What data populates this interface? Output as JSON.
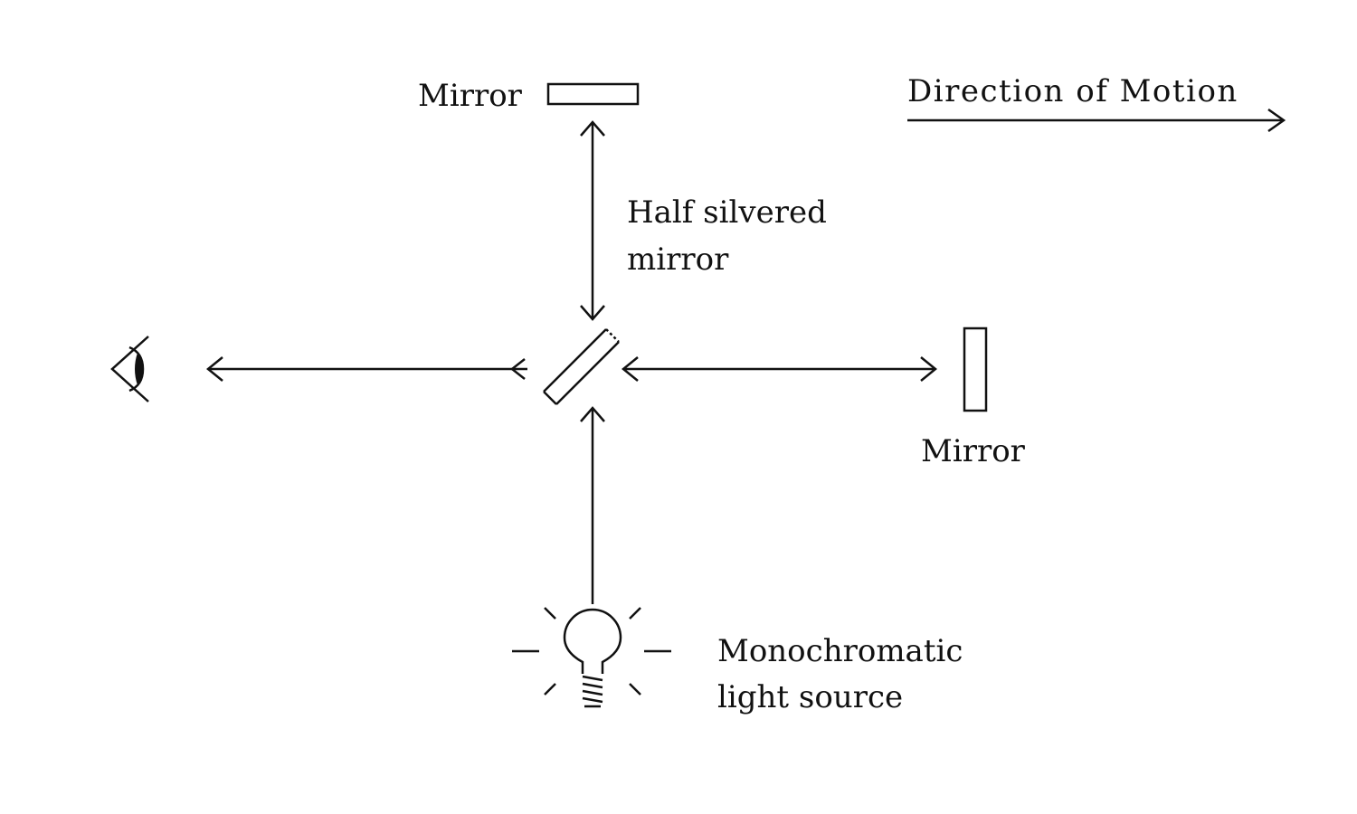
{
  "labels": {
    "top_mirror": "Mirror",
    "right_mirror": "Mirror",
    "half_silvered_line1": "Half silvered",
    "half_silvered_line2": "mirror",
    "light_source_line1": "Monochromatic",
    "light_source_line2": "light source",
    "direction": "Direction of Motion"
  },
  "icons": {
    "eye": "eye-icon",
    "bulb": "light-bulb-icon"
  },
  "colors": {
    "ink": "#111111",
    "background": "#ffffff"
  }
}
